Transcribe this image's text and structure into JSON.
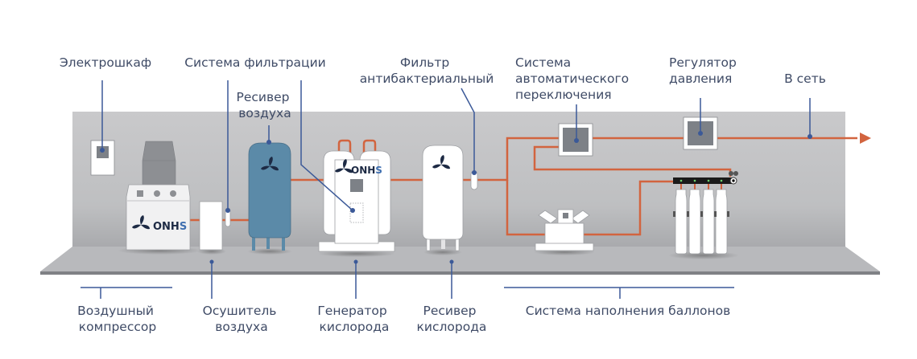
{
  "colors": {
    "label": "#3f4b66",
    "leader": "#3b5998",
    "pipe": "#d2643f",
    "wall": "#c4c4c6",
    "floor": "#b7b8bb",
    "tank_blue": "#5b8aa8",
    "panel_grey": "#7d8187"
  },
  "brand": {
    "logo_text_dark": "ONH",
    "logo_text_accent": "S"
  },
  "top_labels": {
    "electrical_cabinet": [
      "Электрошкаф"
    ],
    "filtration_system": [
      "Система фильтрации"
    ],
    "air_receiver": [
      "Ресивер",
      "воздуха"
    ],
    "antibacterial_filter": [
      "Фильтр",
      "антибактериальный"
    ],
    "auto_switch_system": [
      "Система",
      "автоматического",
      "переключения"
    ],
    "pressure_regulator": [
      "Регулятор",
      "давления"
    ],
    "to_network": [
      "В сеть"
    ]
  },
  "bottom_labels": {
    "air_compressor": [
      "Воздушный",
      "компрессор"
    ],
    "air_dryer": [
      "Осушитель",
      "воздуха"
    ],
    "oxygen_generator": [
      "Генератор",
      "кислорода"
    ],
    "oxygen_receiver": [
      "Ресивер",
      "кислорода"
    ],
    "cylinder_filling_system": [
      "Система наполнения баллонов"
    ]
  }
}
